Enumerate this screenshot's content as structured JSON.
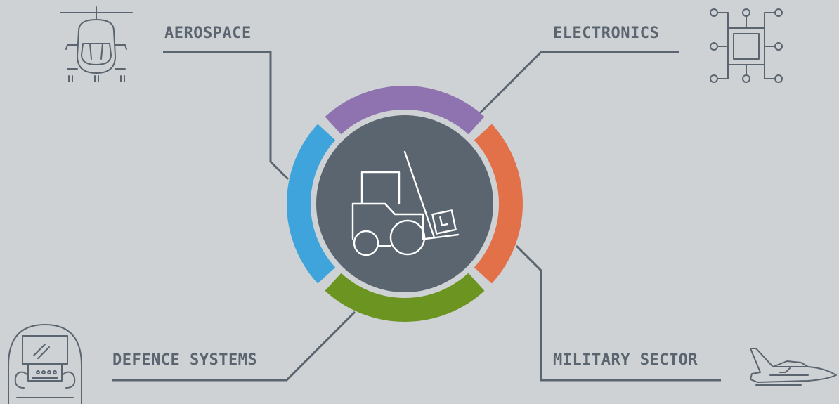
{
  "sectors": {
    "aerospace": {
      "label": "AEROSPACE",
      "icon": "helicopter-icon",
      "color": "#3ea4db"
    },
    "electronics": {
      "label": "ELECTRONICS",
      "icon": "microchip-icon",
      "color": "#8e73b0"
    },
    "defence": {
      "label": "DEFENCE SYSTEMS",
      "icon": "cockpit-icon",
      "color": "#6b9421"
    },
    "military": {
      "label": "MILITARY SECTOR",
      "icon": "fighter-jet-icon",
      "color": "#e27048"
    }
  },
  "center": {
    "icon": "forklift-icon",
    "fill": "#5a6570"
  },
  "colors": {
    "background": "#cfd2d5",
    "text": "#5a6570",
    "line": "#5a6570"
  }
}
